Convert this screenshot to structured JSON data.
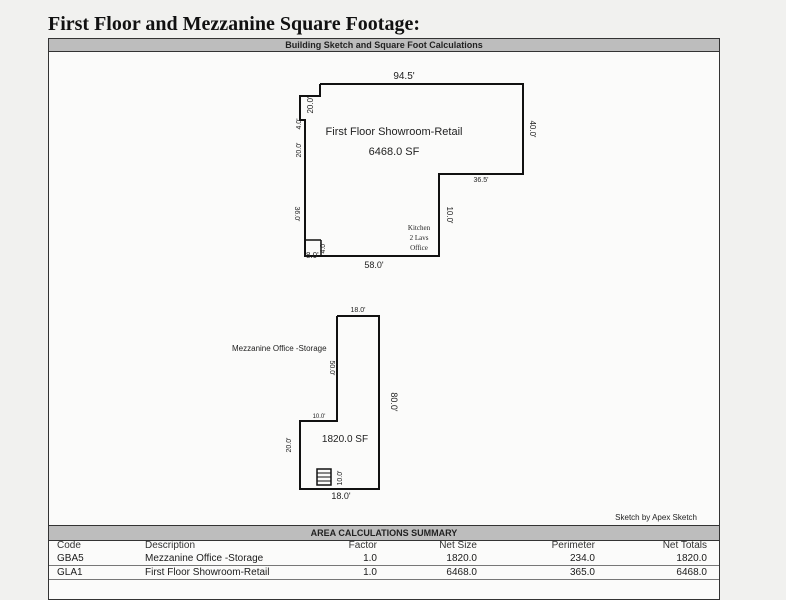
{
  "document": {
    "title": "First Floor and Mezzanine Square Footage:",
    "sketch_header": "Building Sketch and Square Foot Calculations",
    "credit": "Sketch by Apex Sketch"
  },
  "first_floor": {
    "name": "First Floor Showroom-Retail",
    "area": "6468.0 SF",
    "room_note": [
      "Kitchen",
      "2 Lavs",
      "Office"
    ],
    "dims": {
      "top": "94.5'",
      "right": "40.0'",
      "step_horizontal": "36.5'",
      "step_vertical": "10.0'",
      "bottom": "58.0'",
      "bottom_left": "8.0'",
      "small_vertical": "4.0'",
      "left_lower": "36.0'",
      "left_mid": "20.0'",
      "left_notch": "4.0'",
      "left_upper": "20.0'"
    }
  },
  "mezzanine": {
    "name": "Mezzanine Office -Storage",
    "area": "1820.0 SF",
    "dims": {
      "top": "18.0'",
      "right": "80.0'",
      "bottom": "18.0'",
      "inner_vertical": "50.0'",
      "inner_horizontal": "10.0'",
      "left": "20.0'",
      "stair": "10.0'"
    }
  },
  "summary": {
    "title": "AREA CALCULATIONS SUMMARY",
    "columns": [
      "Code",
      "Description",
      "Factor",
      "Net Size",
      "Perimeter",
      "Net Totals"
    ],
    "rows": [
      {
        "code": "GBA5",
        "description": "Mezzanine Office -Storage",
        "factor": "1.0",
        "net_size": "1820.0",
        "perimeter": "234.0",
        "net_total": "1820.0"
      },
      {
        "code": "GLA1",
        "description": "First Floor Showroom-Retail",
        "factor": "1.0",
        "net_size": "6468.0",
        "perimeter": "365.0",
        "net_total": "6468.0"
      }
    ]
  }
}
